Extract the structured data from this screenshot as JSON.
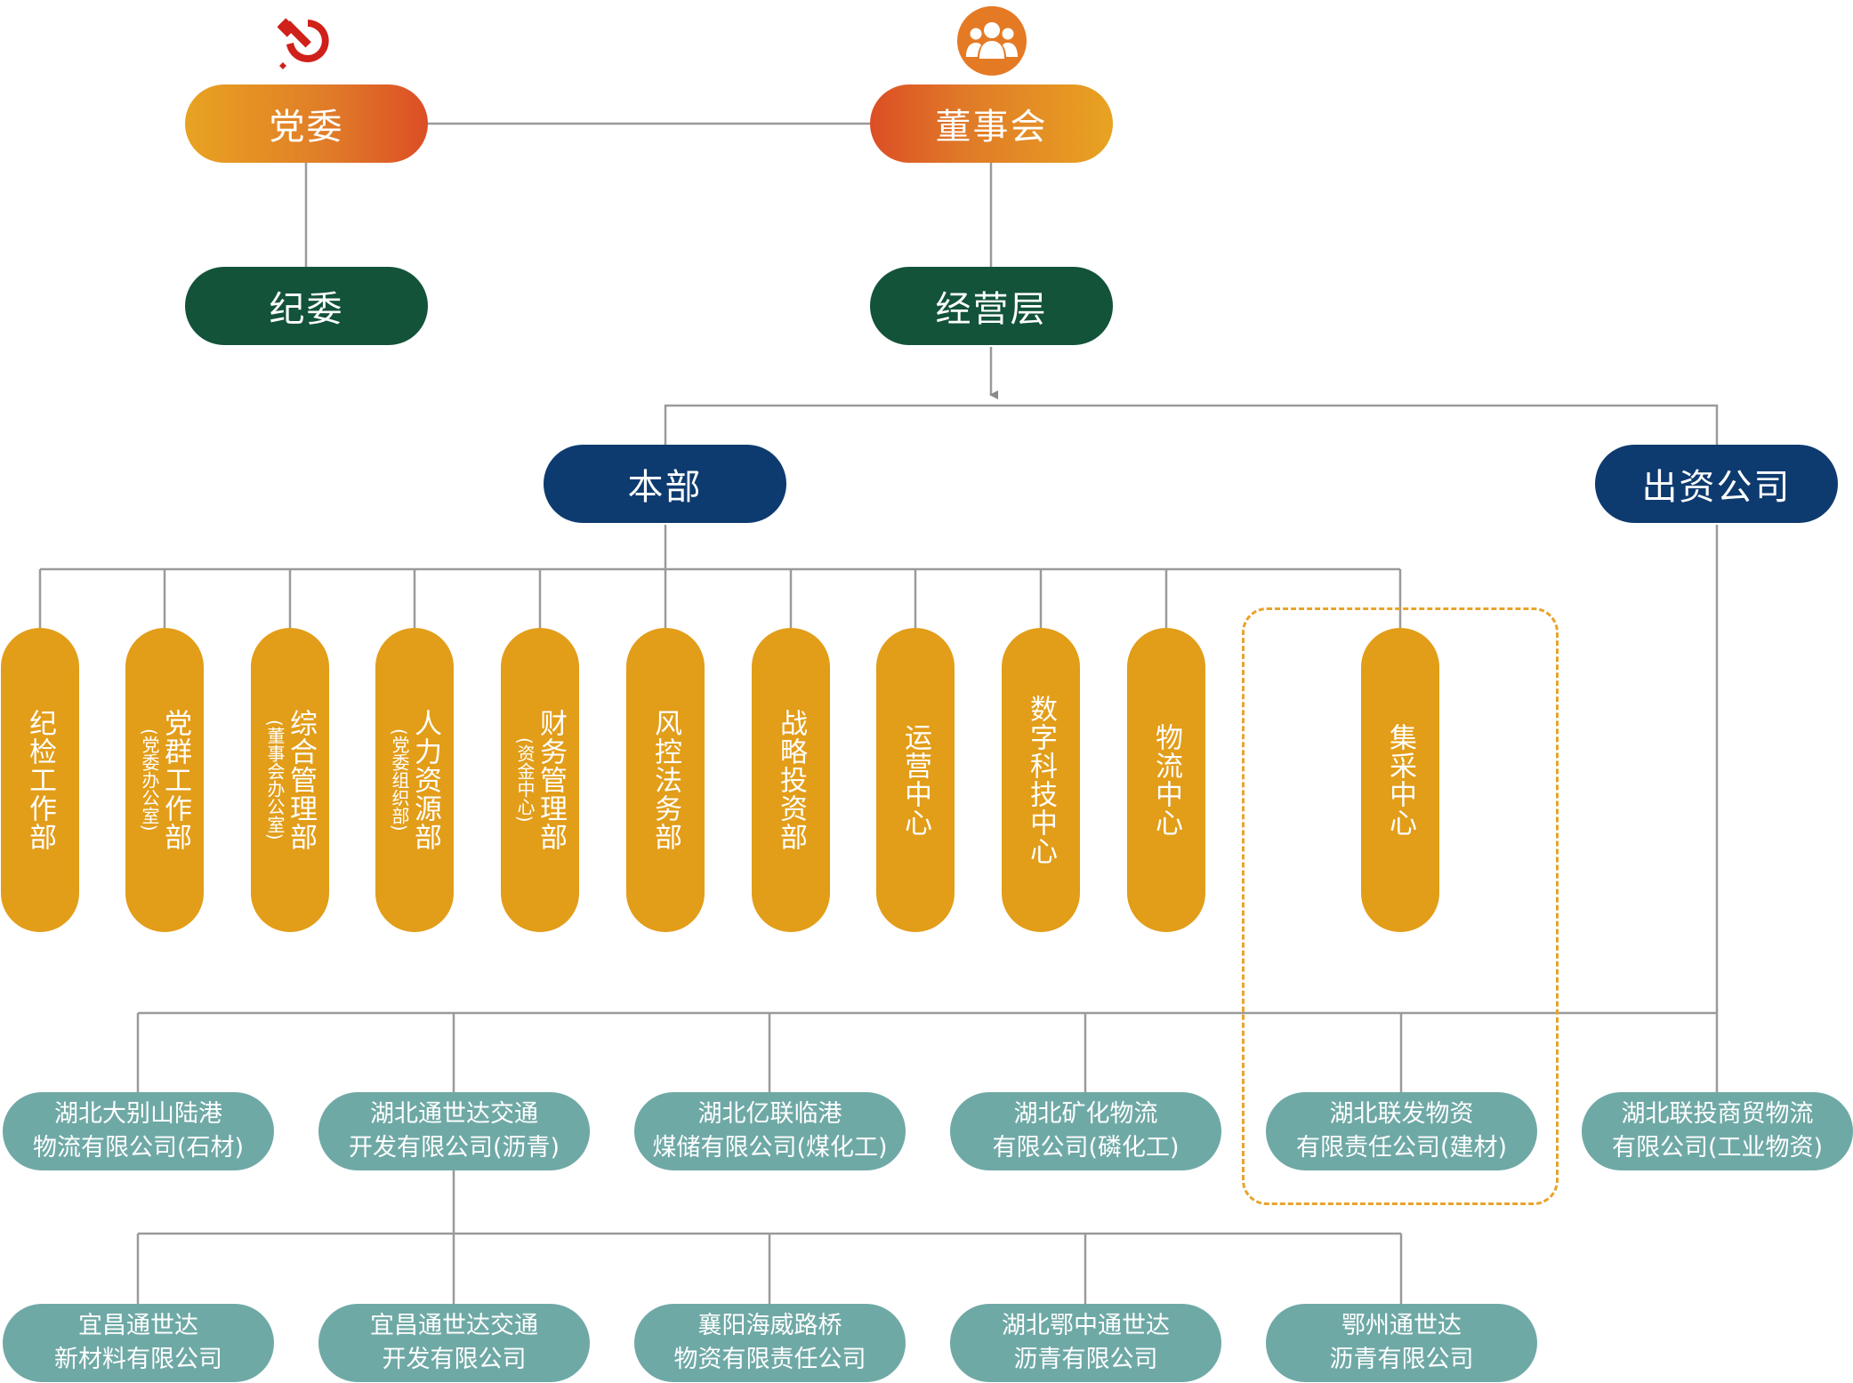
{
  "top": {
    "party_committee": "党委",
    "board": "董事会",
    "discipline_committee": "纪委",
    "management": "经营层"
  },
  "level2": {
    "headquarters": "本部",
    "invested_companies": "出资公司"
  },
  "departments": [
    {
      "name": "纪检工作部",
      "sub": ""
    },
    {
      "name": "党群工作部",
      "sub": "(党委办公室)"
    },
    {
      "name": "综合管理部",
      "sub": "(董事会办公室)"
    },
    {
      "name": "人力资源部",
      "sub": "(党委组织部)"
    },
    {
      "name": "财务管理部",
      "sub": "(资金中心)"
    },
    {
      "name": "风控法务部",
      "sub": ""
    },
    {
      "name": "战略投资部",
      "sub": ""
    },
    {
      "name": "运营中心",
      "sub": ""
    },
    {
      "name": "数字科技中心",
      "sub": ""
    },
    {
      "name": "物流中心",
      "sub": ""
    },
    {
      "name": "集采中心",
      "sub": ""
    }
  ],
  "companies": [
    {
      "line1": "湖北大别山陆港",
      "line2": "物流有限公司(石材)"
    },
    {
      "line1": "湖北通世达交通",
      "line2": "开发有限公司(沥青)"
    },
    {
      "line1": "湖北亿联临港",
      "line2": "煤储有限公司(煤化工)"
    },
    {
      "line1": "湖北矿化物流",
      "line2": "有限公司(磷化工)"
    },
    {
      "line1": "湖北联发物资",
      "line2": "有限责任公司(建材)"
    },
    {
      "line1": "湖北联投商贸物流",
      "line2": "有限公司(工业物资)"
    }
  ],
  "subsidiaries": [
    {
      "line1": "宜昌通世达",
      "line2": "新材料有限公司"
    },
    {
      "line1": "宜昌通世达交通",
      "line2": "开发有限公司"
    },
    {
      "line1": "襄阳海威路桥",
      "line2": "物资有限责任公司"
    },
    {
      "line1": "湖北鄂中通世达",
      "line2": "沥青有限公司"
    },
    {
      "line1": "鄂州通世达",
      "line2": "沥青有限公司"
    }
  ],
  "colors": {
    "orange": "#e29d19",
    "red": "#dc4e25",
    "green": "#12533a",
    "navy": "#0e3b6f",
    "teal": "#6fa9a6",
    "line": "#9a9a9a"
  },
  "icons": {
    "party": "hammer-sickle-icon",
    "board": "people-group-icon"
  }
}
